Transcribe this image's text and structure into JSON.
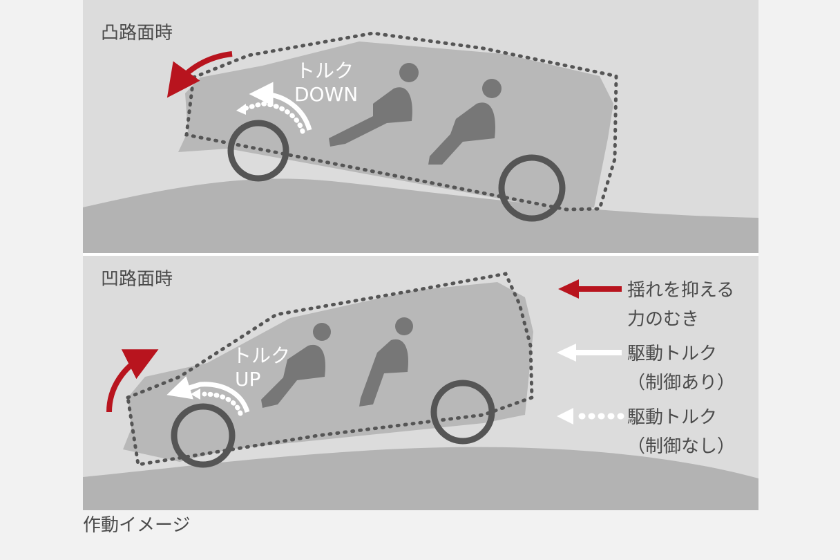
{
  "panels": {
    "top": {
      "title": "凸路面時",
      "torque_line1": "トルク",
      "torque_line2": "DOWN"
    },
    "bottom": {
      "title": "凹路面時",
      "torque_line1": "トルク",
      "torque_line2": "UP"
    }
  },
  "legend": [
    {
      "line1": "揺れを抑える",
      "line2": "力のむき",
      "style": "solid-red"
    },
    {
      "line1": "駆動トルク",
      "line2": "（制御あり）",
      "style": "solid-white"
    },
    {
      "line1": "駆動トルク",
      "line2": "（制御なし）",
      "style": "dotted-white"
    }
  ],
  "caption": "作動イメージ",
  "colors": {
    "page_bg": "#f2f2f2",
    "panel_bg": "#dcdcdc",
    "ground": "#b3b3b3",
    "car_body": "#b8b8b8",
    "outline": "#555555",
    "seat_figure": "#777777",
    "arrow_red": "#b8141e",
    "arrow_white": "#ffffff",
    "text_dark": "#4a4a4a"
  }
}
